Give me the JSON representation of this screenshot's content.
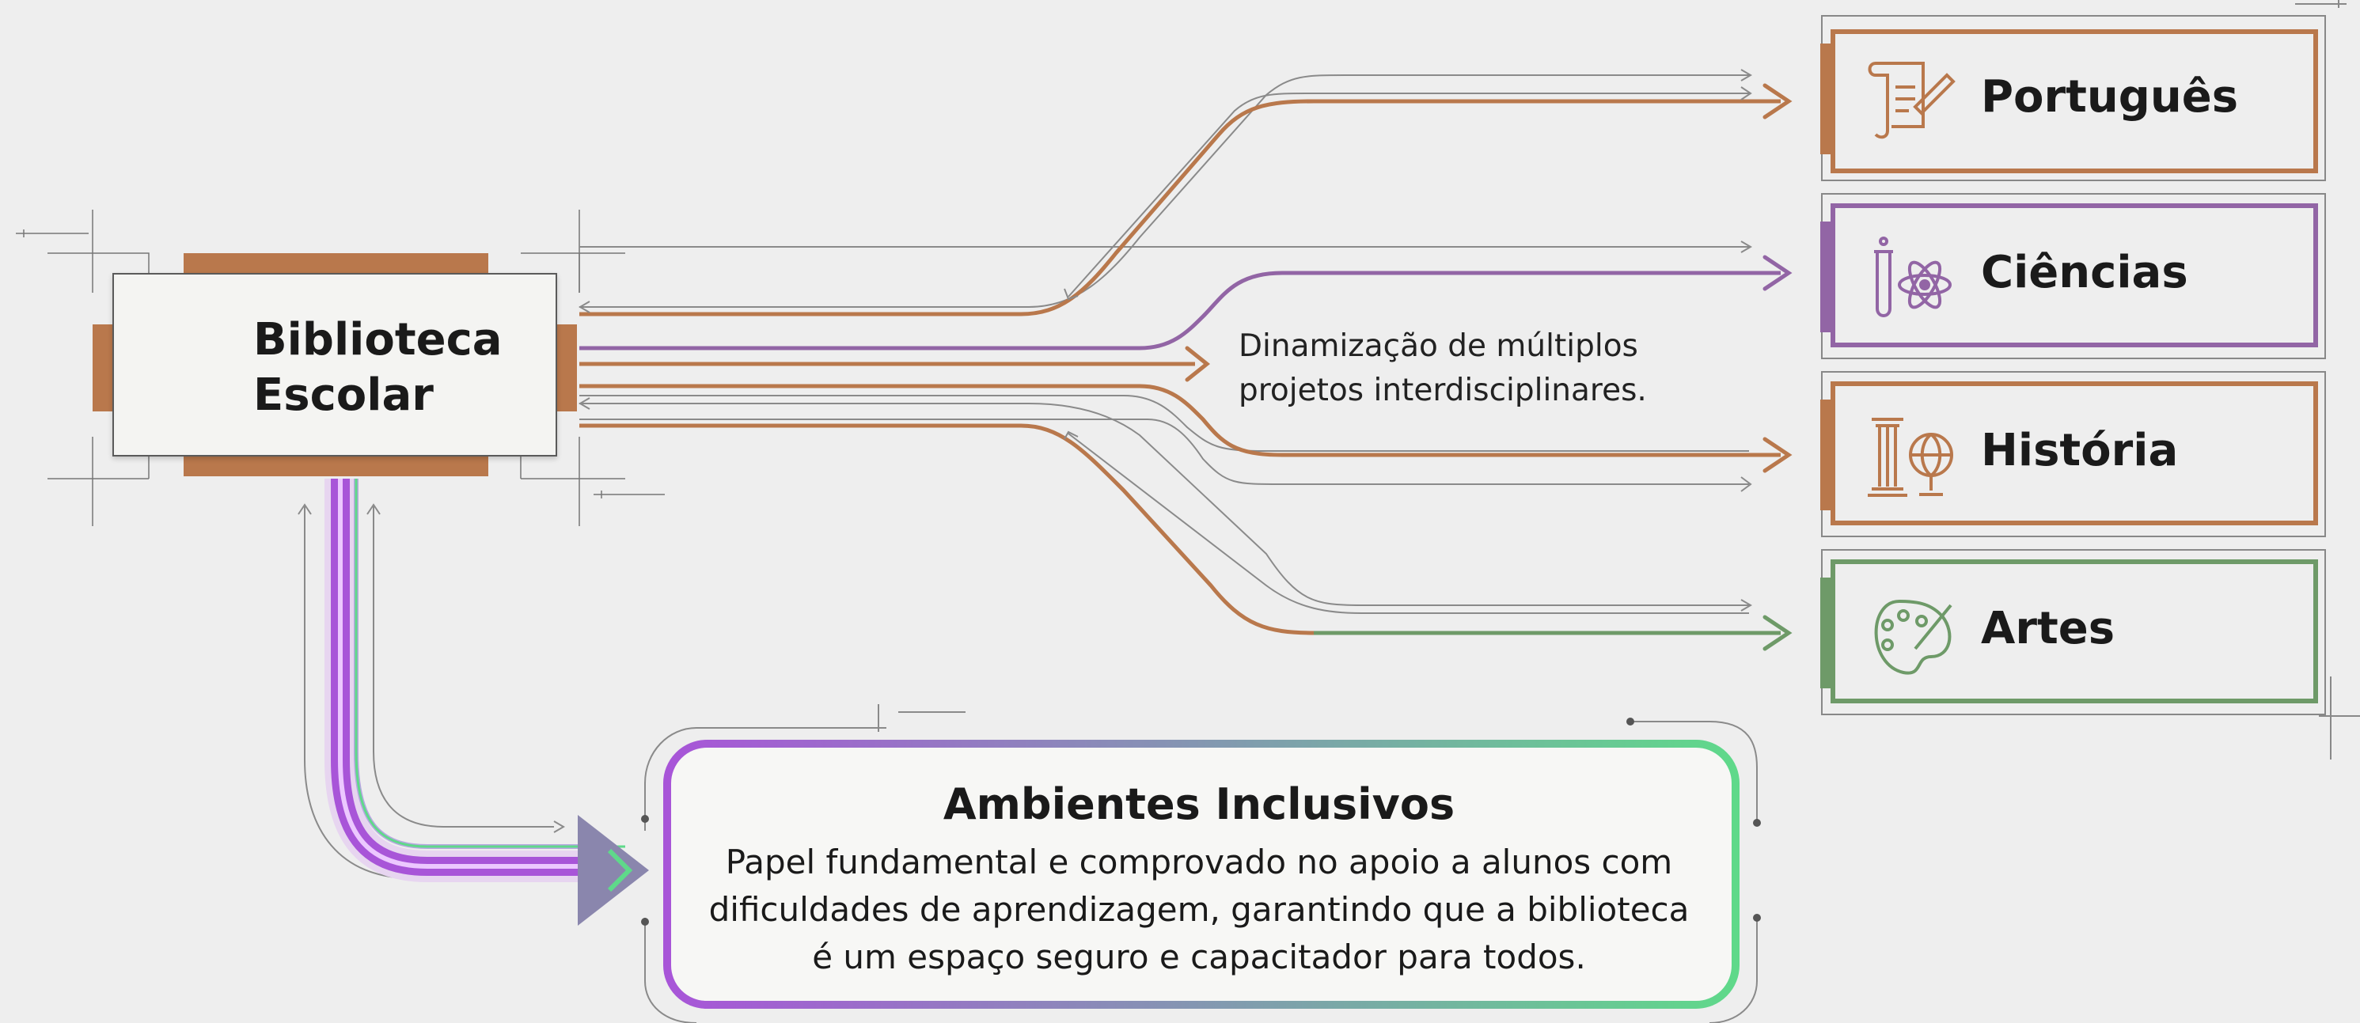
{
  "hub": {
    "title_line1": "Biblioteca",
    "title_line2": "Escolar",
    "icon": "book-icon"
  },
  "middle_note": {
    "line1": "Dinamização de múltiplos",
    "line2": "projetos interdisciplinares."
  },
  "subjects": [
    {
      "label": "Português",
      "icon": "scroll-pen-icon",
      "color": "#b9784c"
    },
    {
      "label": "Ciências",
      "icon": "test-tube-atom-icon",
      "color": "#9265a5"
    },
    {
      "label": "História",
      "icon": "column-globe-icon",
      "color": "#b9784c"
    },
    {
      "label": "Artes",
      "icon": "palette-icon",
      "color": "#6e9a68"
    }
  ],
  "inclusive": {
    "title": "Ambientes Inclusivos",
    "line1": "Papel fundamental e comprovado no apoio a alunos com",
    "line2": "dificuldades de aprendizagem, garantindo que a biblioteca",
    "line3": "é um espaço seguro e capacitador para todos."
  },
  "colors": {
    "copper": "#b9784c",
    "purple": "#a855d8",
    "green": "#5fd98a",
    "slate": "#8a86ad"
  }
}
